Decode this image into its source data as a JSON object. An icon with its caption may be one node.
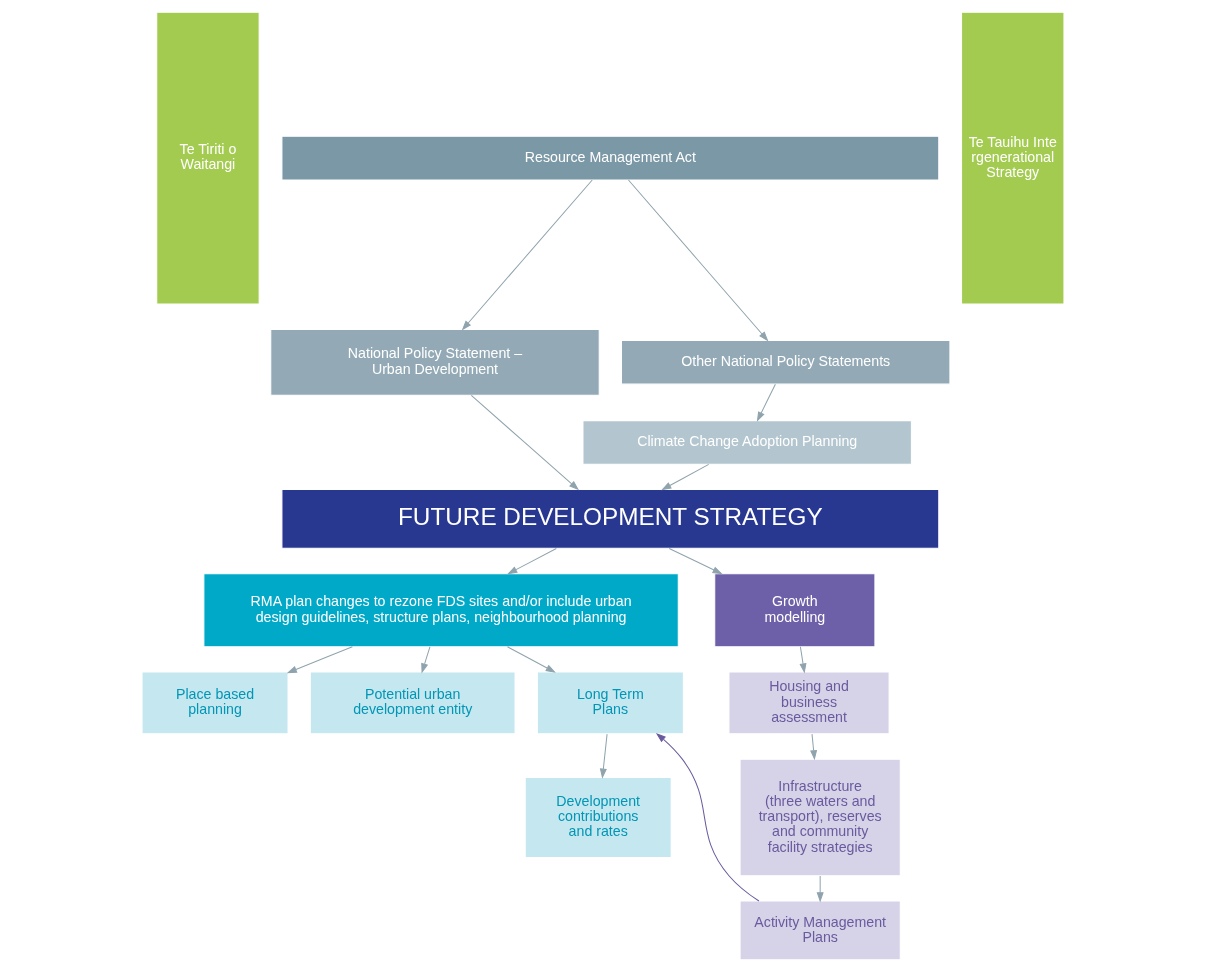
{
  "diagram": {
    "nodes": [
      {
        "text": [
          "Te Tiriti o Waitangi"
        ]
      },
      {
        "text": [
          "Resource Management Act"
        ]
      },
      {
        "text": [
          "National Policy Statement – Urban Development"
        ]
      },
      {
        "text": [
          "Other National Policy Statements"
        ]
      },
      {
        "text": [
          "Climate Change Adoption Planning"
        ]
      },
      {
        "text": [
          "FUTURE DEVELOPMENT STRATEGY"
        ]
      },
      {
        "text": [
          "RMA plan changes to rezone FDS sites and/or include urban design guidelines, structure plans, neighbourhood planning"
        ]
      },
      {
        "text": [
          "Growth modelling"
        ]
      },
      {
        "text": [
          "Place based planning"
        ]
      },
      {
        "text": [
          "Potential urban development entity"
        ]
      },
      {
        "text": [
          "Long Term Plans"
        ]
      },
      {
        "text": [
          "Housing and business assessment"
        ]
      },
      {
        "text": [
          "Development contributions and rates"
        ]
      },
      {
        "text": [
          "Infrastructure (three waters and transport), reserves and community facility strategies"
        ]
      },
      {
        "text": [
          "Activity Management Plans"
        ]
      },
      {
        "text": [
          "Te Tauihu Intergenerational Strategy"
        ]
      }
    ],
    "edges": [
      {
        "from": 1,
        "to": 2,
        "arrow": "to"
      },
      {
        "from": 1,
        "to": 3,
        "arrow": "to"
      },
      {
        "from": 3,
        "to": 4,
        "arrow": "to"
      },
      {
        "from": 2,
        "to": 5,
        "arrow": "to"
      },
      {
        "from": 4,
        "to": 5,
        "arrow": "to"
      },
      {
        "from": 5,
        "to": 6,
        "arrow": "to"
      },
      {
        "from": 5,
        "to": 7,
        "arrow": "to"
      },
      {
        "from": 6,
        "to": 8,
        "arrow": "to"
      },
      {
        "from": 6,
        "to": 9,
        "arrow": "to"
      },
      {
        "from": 6,
        "to": 10,
        "arrow": "to"
      },
      {
        "from": 10,
        "to": 12,
        "arrow": "to"
      },
      {
        "from": 7,
        "to": 11,
        "arrow": "to"
      },
      {
        "from": 11,
        "to": 13,
        "arrow": "to"
      },
      {
        "from": 13,
        "to": 14,
        "arrow": "to"
      },
      {
        "from": 14,
        "to": 10,
        "arrow": "to",
        "color": "#6a5a9e"
      }
    ]
  }
}
